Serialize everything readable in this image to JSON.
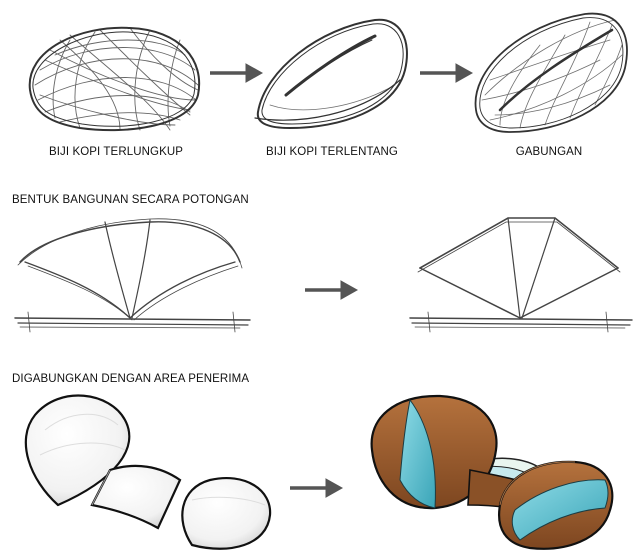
{
  "stage1": {
    "labels": [
      "BIJI KOPI TERLUNGKUP",
      "BIJI KOPI TERLENTANG",
      "GABUNGAN"
    ]
  },
  "section2": {
    "title": "BENTUK BANGUNAN SECARA POTONGAN"
  },
  "section3": {
    "title": "DIGABUNGKAN DENGAN AREA PENERIMA"
  },
  "colors": {
    "sketch": "#333333",
    "arrow": "#555555",
    "shell_fill": "#a4612f",
    "glass_fill": "#5ec2d4"
  }
}
